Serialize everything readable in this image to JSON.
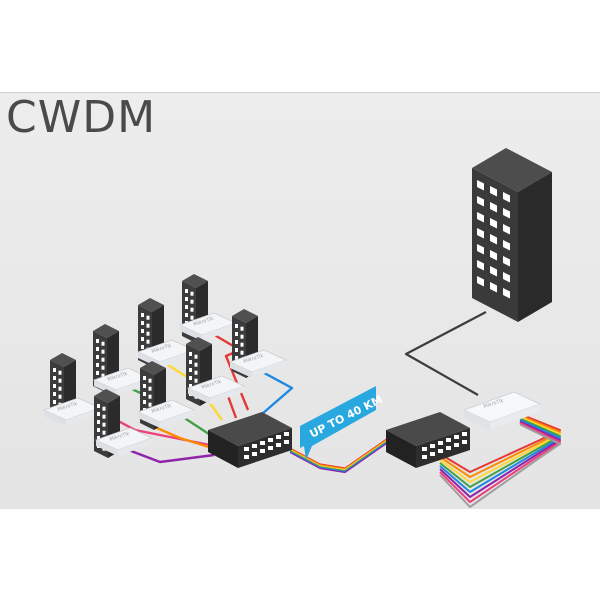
{
  "title": "CWDM",
  "distance_badge": "UP TO 40 KM",
  "switch_brand": "MikroTik",
  "colors": {
    "background": "#e7e7e7",
    "building": "#3a3a3a",
    "window": "#ffffff",
    "badge": "#29a8e0",
    "switch_body": "#f2f3f4",
    "mux": "#2d2d2d",
    "cable": "#3d3d3d",
    "fiber": [
      "#e53935",
      "#fb8c00",
      "#fdd835",
      "#43a047",
      "#1e88e5",
      "#8e24aa",
      "#ec407a",
      "#9e9e9e"
    ]
  },
  "icons": [
    "small-building-icon",
    "large-building-icon",
    "network-switch-icon",
    "cwdm-mux-icon"
  ]
}
